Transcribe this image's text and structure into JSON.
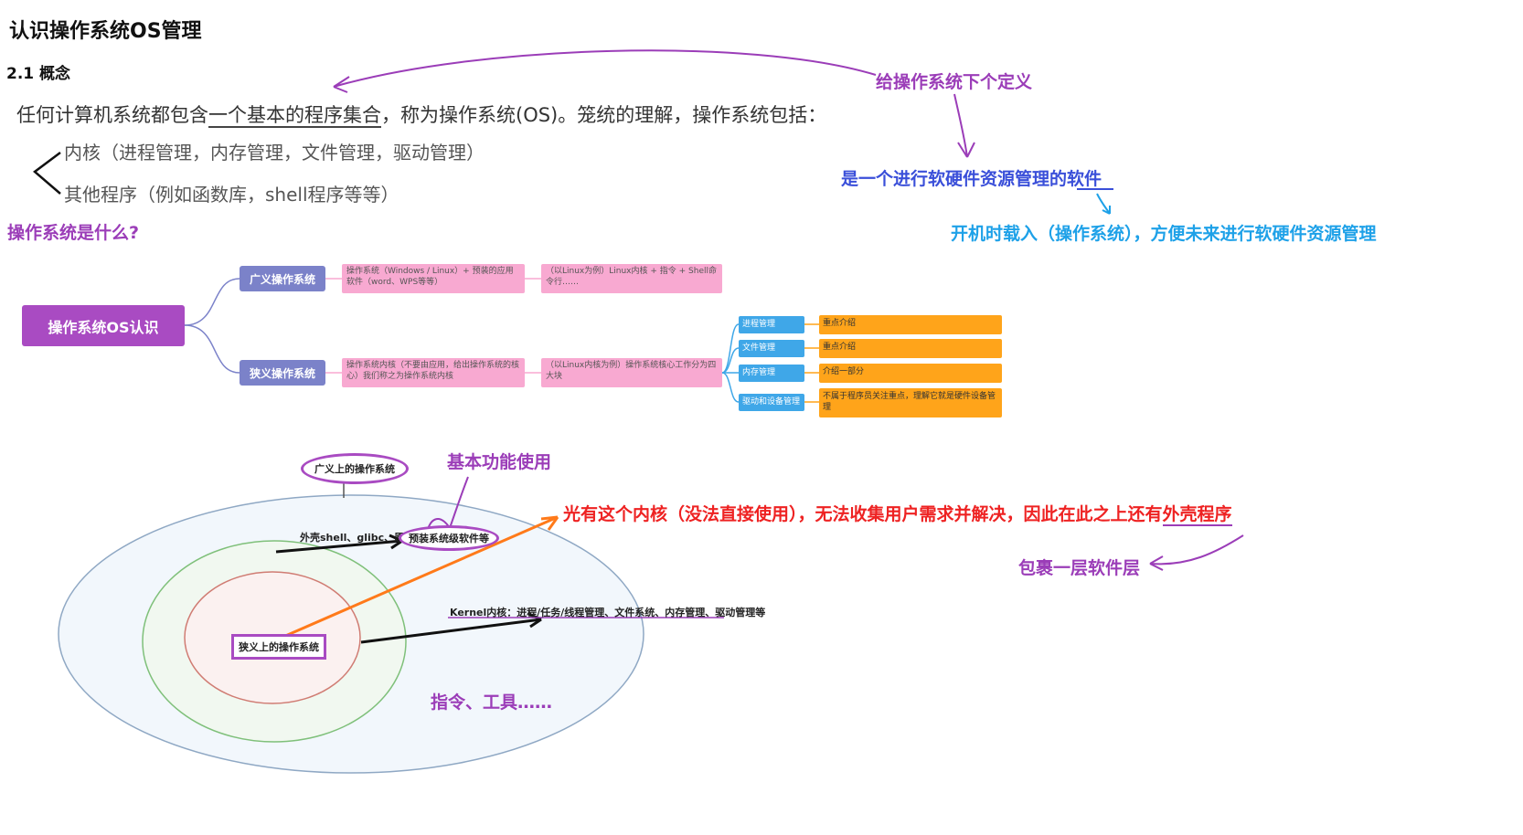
{
  "page": {
    "title": "认识操作系统OS管理",
    "section": "2.1 概念",
    "intro_prefix": "任何计算机系统都包含",
    "intro_underlined": "一个基本的程序集合",
    "intro_suffix": "，称为操作系统(OS)。笼统的理解，操作系统包括：",
    "items": [
      "内核（进程管理，内存管理，文件管理，驱动管理）",
      "其他程序（例如函数库，shell程序等等）"
    ],
    "question": "操作系统是什么?"
  },
  "notes": {
    "definition": "给操作系统下个定义",
    "is_software": "是一个进行软硬件资源管理的软件",
    "boot": "开机时载入（操作系统），方便未来进行软硬件资源管理",
    "basic_use": "基本功能使用",
    "kernel_note_prefix": "光有这个内核（没法直接使用），无法收集用户需求并解决，因此在此之上还有",
    "kernel_note_underlined": "外壳程序",
    "wrap_layer": "包裹一层软件层"
  },
  "mindmap": {
    "root": "操作系统OS认识",
    "broad": {
      "label": "广义操作系统",
      "desc": "操作系统（Windows / Linux）+ 预装的应用软件（word、WPS等等）",
      "example": "（以Linux为例）Linux内核 + 指令 + Shell命令行……"
    },
    "narrow": {
      "label": "狭义操作系统",
      "desc": "操作系统内核（不要由应用，给出操作系统的核心）我们称之为操作系统内核",
      "example": "（以Linux内核为例）操作系统核心工作分为四大块",
      "modules": [
        {
          "name": "进程管理",
          "note": "重点介绍"
        },
        {
          "name": "文件管理",
          "note": "重点介绍"
        },
        {
          "name": "内存管理",
          "note": "介绍一部分"
        },
        {
          "name": "驱动和设备管理",
          "note": "不属于程序员关注重点，理解它就是硬件设备管理"
        }
      ]
    }
  },
  "diagram": {
    "broad_tag": "广义上的操作系统",
    "shell_label": "外壳shell、glibc、原生库",
    "preinstalled": "预装系统级软件等",
    "kernel_label": "Kernel内核：进程/任务/线程管理、文件系统、内存管理、驱动管理等",
    "narrow_tag": "狭义上的操作系统",
    "tools": "指令、工具……"
  },
  "colors": {
    "purple": "#a94bc2",
    "blue": "#3a4fd9",
    "cyan": "#1ea1e8",
    "red": "#ee2222",
    "orange": "#ffa41a",
    "pink": "#f8a9d1",
    "mod_blue": "#3fa7e8",
    "l1": "#7b82c9"
  }
}
